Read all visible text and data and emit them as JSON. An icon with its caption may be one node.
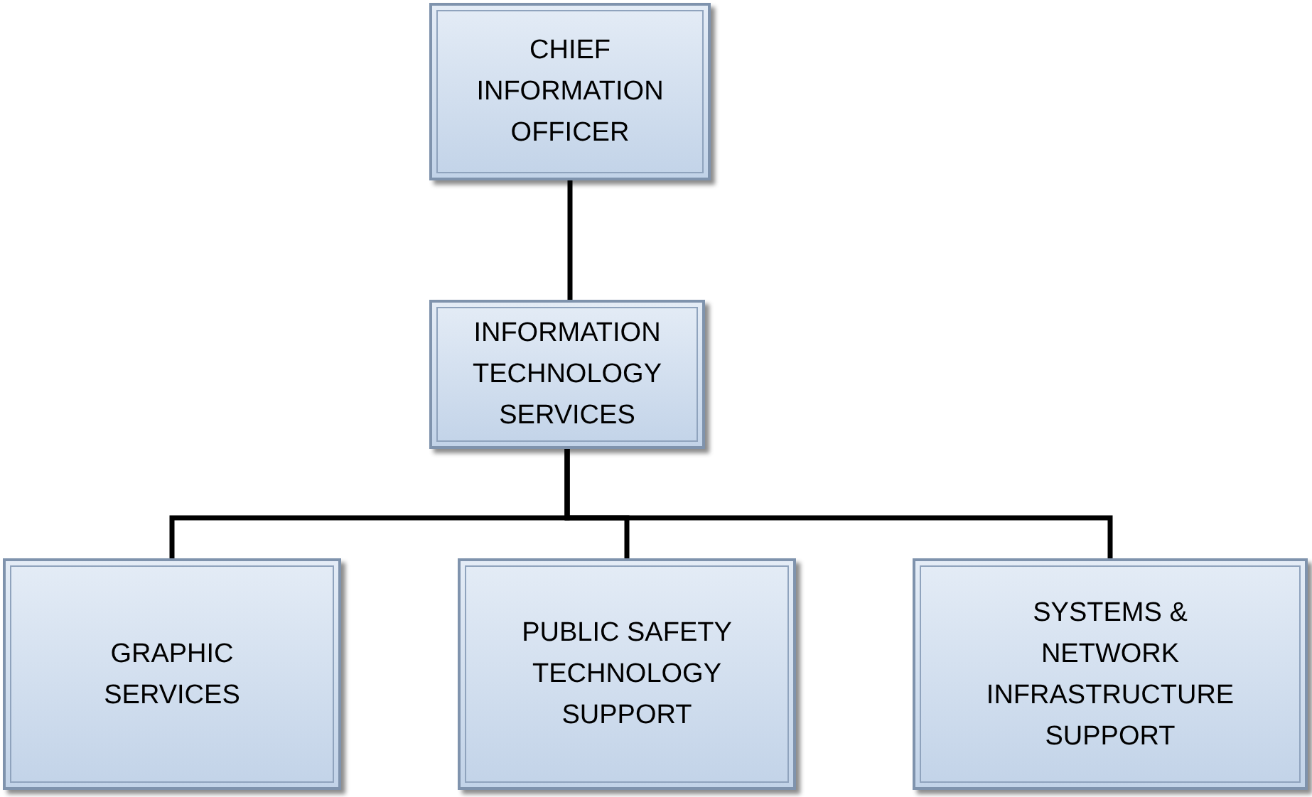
{
  "diagram": {
    "nodes": [
      {
        "text": [
          "CHIEF INFORMATION OFFICER"
        ]
      },
      {
        "text": [
          "INFORMATION TECHNOLOGY SERVICES"
        ]
      },
      {
        "text": [
          "GRAPHIC SERVICES"
        ]
      },
      {
        "text": [
          "PUBLIC SAFETY TECHNOLOGY SUPPORT"
        ]
      },
      {
        "text": [
          "SYSTEMS & NETWORK INFRASTRUCTURE SUPPORT"
        ]
      }
    ],
    "edges": [
      {
        "from": 0,
        "to": 1,
        "arrow": "none"
      },
      {
        "from": 1,
        "to": 2,
        "arrow": "none"
      },
      {
        "from": 1,
        "to": 3,
        "arrow": "none"
      },
      {
        "from": 1,
        "to": 4,
        "arrow": "none"
      }
    ]
  }
}
